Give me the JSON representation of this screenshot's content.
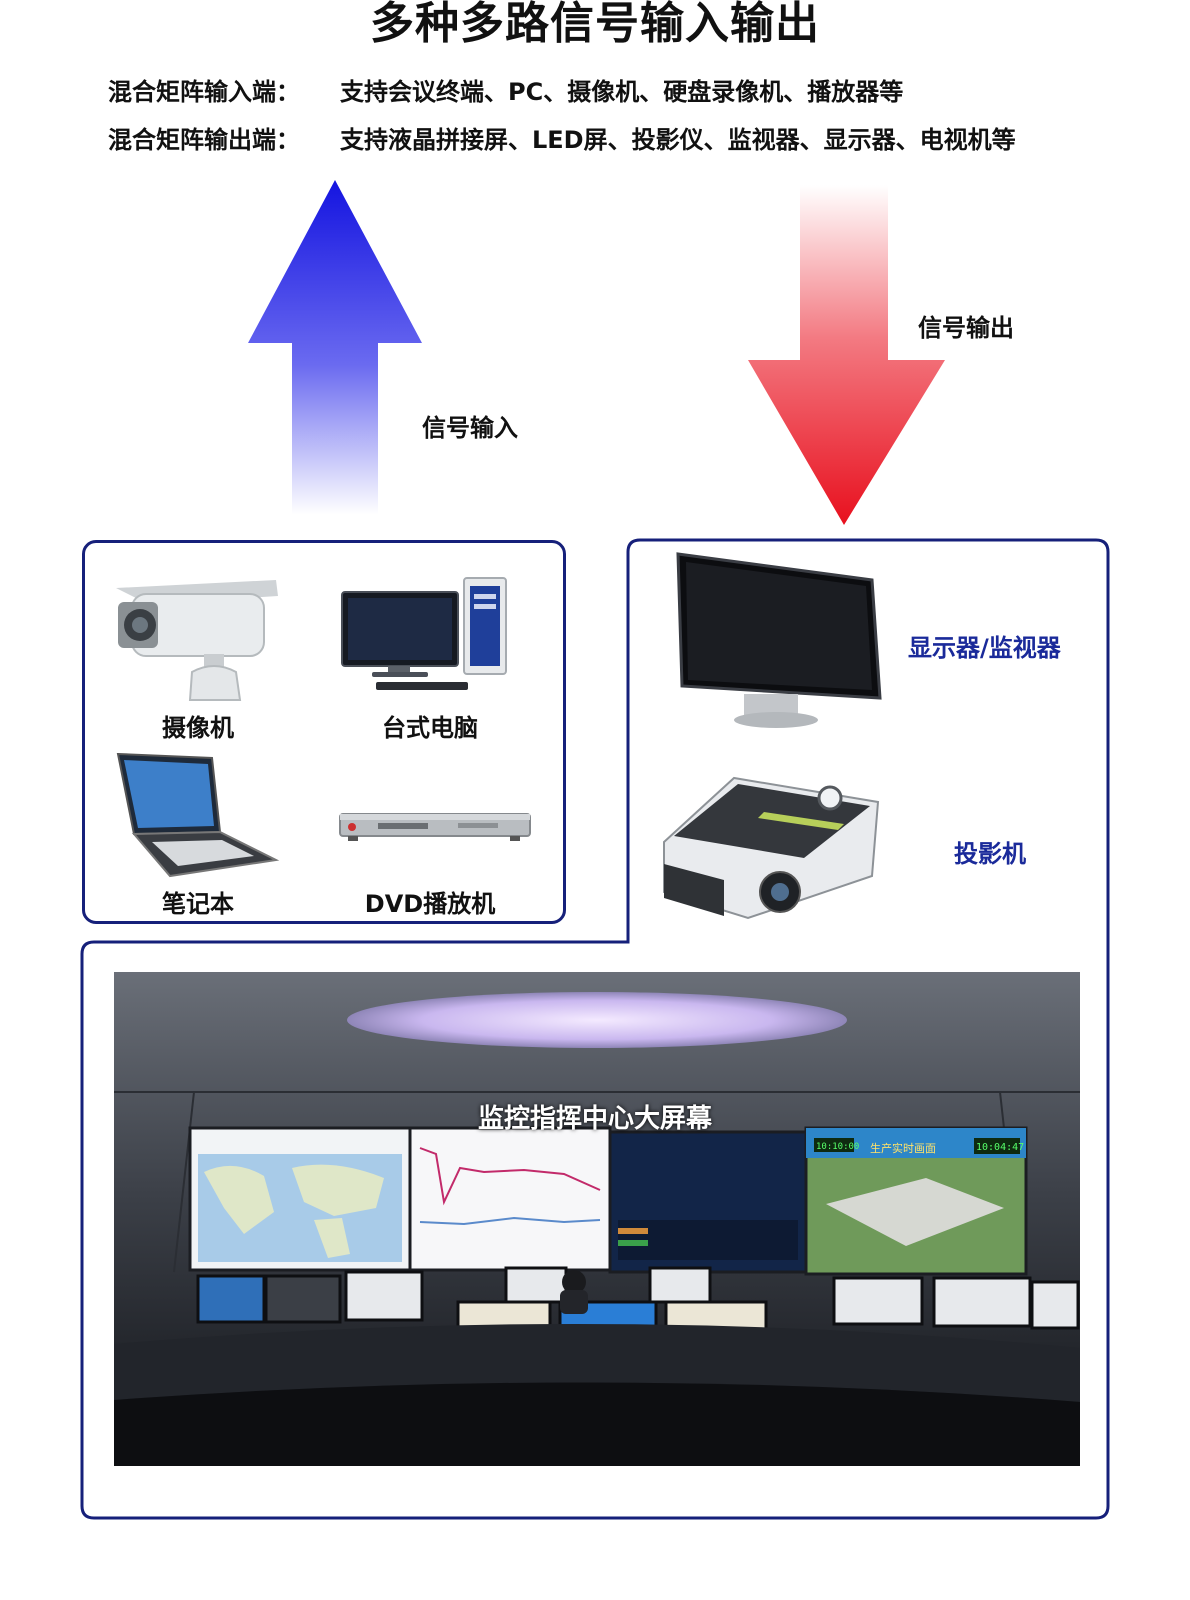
{
  "title": "多种多路信号输入输出",
  "specs": {
    "input_label": "混合矩阵输入端：",
    "input_text": "支持会议终端、PC、摄像机、硬盘录像机、播放器等",
    "output_label": "混合矩阵输出端：",
    "output_text": "支持液晶拼接屏、LED屏、投影仪、监视器、显示器、电视机等"
  },
  "arrows": {
    "input_label": "信号输入",
    "output_label": "信号输出",
    "input_color": "#1a1ae6",
    "output_color": "#ee1122"
  },
  "input_devices": [
    {
      "label": "摄像机",
      "icon": "security-camera-icon"
    },
    {
      "label": "台式电脑",
      "icon": "desktop-computer-icon"
    },
    {
      "label": "笔记本",
      "icon": "laptop-icon"
    },
    {
      "label": "DVD播放机",
      "icon": "dvd-player-icon"
    }
  ],
  "output_devices": [
    {
      "label": "显示器/监视器",
      "icon": "monitor-icon"
    },
    {
      "label": "投影机",
      "icon": "projector-icon"
    }
  ],
  "control_room": {
    "label": "监控指挥中心大屏幕",
    "screen_texts": [
      "生产实时画面",
      "10:04:47",
      "10:10:00"
    ]
  },
  "colors": {
    "frame": "#16207a",
    "panel_title": "#1a2a9a"
  }
}
